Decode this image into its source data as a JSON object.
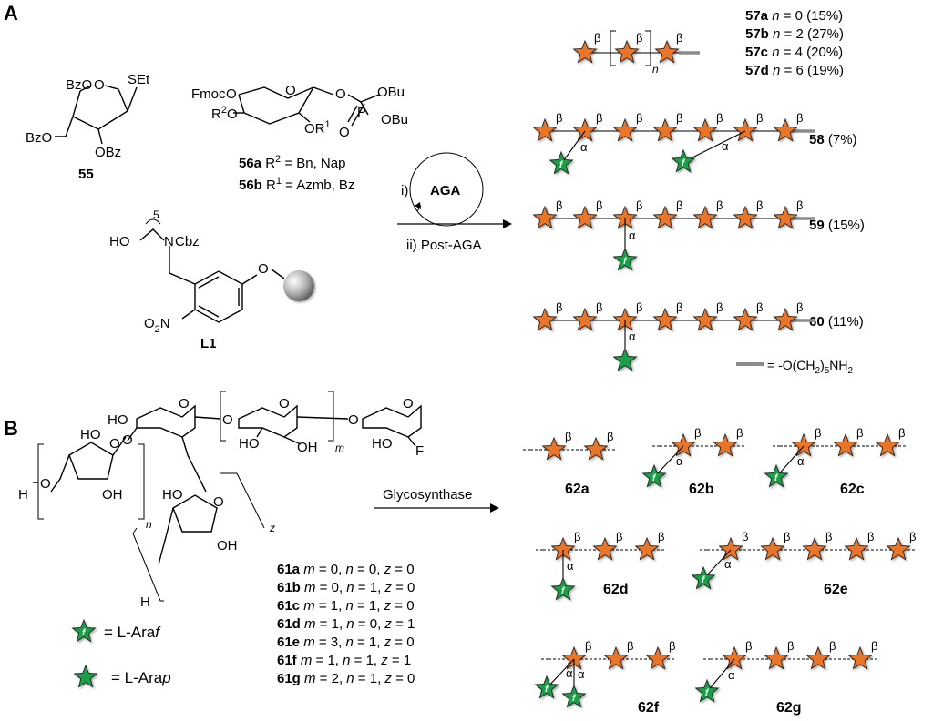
{
  "panels": {
    "a": "A",
    "b": "B"
  },
  "colors": {
    "galactose_star": "#e8762c",
    "arabinose_star": "#1f9e4a",
    "linker_bar": "#8c8c8c",
    "sphere": "#9a9a9a"
  },
  "icons": {
    "hexose": "orange-star-icon",
    "araf": "green-star-f-icon",
    "arap": "green-star-icon",
    "solid_support": "resin-sphere-icon"
  },
  "symbols": {
    "beta": "β",
    "alpha": "α",
    "furanose_mark": "f"
  },
  "panel_a": {
    "compound_55": {
      "label": "55",
      "groups": {
        "bzo_top": "BzO",
        "set": "SEt",
        "bzo_left": "BzO",
        "obz": "OBz",
        "ring_o": "O"
      }
    },
    "compound_56": {
      "groups": {
        "fmoc": "Fmoc",
        "o_fmoc": "O",
        "r2": "R",
        "r2_sup": "2",
        "o_r2": "O",
        "ring_o": "O",
        "or1": "OR",
        "or1_sup": "1",
        "o_link": "O",
        "p": "P",
        "obu1": "OBu",
        "obu2": "OBu",
        "p_oxo": "O"
      },
      "lines": [
        {
          "id": "56a",
          "rest": " R",
          "sup": "2",
          "tail": " = Bn, Nap"
        },
        {
          "id": "56b",
          "rest": " R",
          "sup": "1",
          "tail": " = Azmb, Bz"
        }
      ]
    },
    "linker_l1": {
      "label": "L1",
      "groups": {
        "ho": "HO",
        "n": "N",
        "cbz": "Cbz",
        "repeat": "5",
        "o2n": "O",
        "o2n_sub": "2",
        "o2n_n": "N",
        "ar_o": "O"
      }
    },
    "reaction": {
      "cycle": "AGA",
      "step_i": "i)",
      "step_ii": "ii) Post-AGA"
    },
    "product_57": {
      "repeat_sub": "n",
      "series": [
        {
          "id": "57a",
          "n": "0",
          "yield": "(15%)"
        },
        {
          "id": "57b",
          "n": "2",
          "yield": "(27%)"
        },
        {
          "id": "57c",
          "n": "4",
          "yield": "(20%)"
        },
        {
          "id": "57d",
          "n": "6",
          "yield": "(19%)"
        }
      ],
      "n_symbol": "n",
      "eq": " = "
    },
    "product_58": {
      "id": "58",
      "yield": "(7%)"
    },
    "product_59": {
      "id": "59",
      "yield": "(15%)"
    },
    "product_60": {
      "id": "60",
      "yield": "(11%)"
    },
    "linker_legend": {
      "text": "= -O(CH",
      "sub1": "2",
      "mid": ")",
      "sub2": "5",
      "end": "NH",
      "sub3": "2"
    }
  },
  "panel_b": {
    "compound_61": {
      "groups": {
        "ho_top": "HO",
        "o_top": "O",
        "ho_mid": "HO",
        "oh_mid": "OH",
        "o_mid": "O",
        "o_left_link": "O",
        "ho_end": "HO",
        "f_end": "F",
        "o_end": "O",
        "o_link2": "O",
        "o_link3": "O",
        "ho_f1": "HO",
        "oh_f1": "OH",
        "o_f1": "O",
        "h_f1": "H",
        "ho_f2": "HO",
        "oh_f2": "OH",
        "o_f2": "O",
        "h_f2": "H",
        "o_f2b": "O"
      },
      "subs": {
        "m": "m",
        "n": "n",
        "z": "z"
      },
      "series": [
        {
          "id": "61a",
          "m": "0",
          "n": "0",
          "z": "0"
        },
        {
          "id": "61b",
          "m": "0",
          "n": "1",
          "z": "0"
        },
        {
          "id": "61c",
          "m": "1",
          "n": "1",
          "z": "0"
        },
        {
          "id": "61d",
          "m": "1",
          "n": "0",
          "z": "1"
        },
        {
          "id": "61e",
          "m": "3",
          "n": "1",
          "z": "0"
        },
        {
          "id": "61f",
          "m": "1",
          "n": "1",
          "z": "1"
        },
        {
          "id": "61g",
          "m": "2",
          "n": "1",
          "z": "0"
        }
      ]
    },
    "reaction": {
      "enzyme": "Glycosynthase"
    },
    "legend": [
      {
        "symbol": "green-star-f-icon",
        "prefix": "= L-Ara",
        "suffix": "f"
      },
      {
        "symbol": "green-star-icon",
        "prefix": "= L-Ara",
        "suffix": "p"
      }
    ],
    "products": [
      "62a",
      "62b",
      "62c",
      "62d",
      "62e",
      "62f",
      "62g"
    ]
  }
}
